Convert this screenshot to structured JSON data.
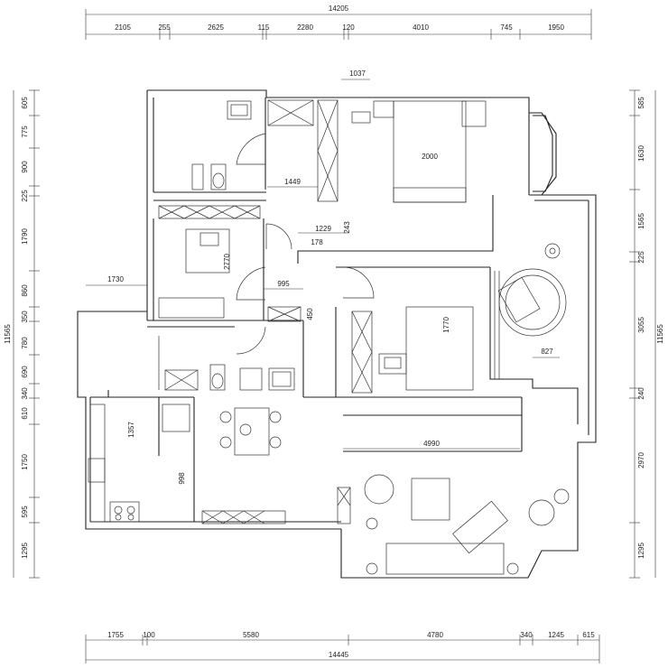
{
  "plan": {
    "top_total": "14205",
    "top_segments": [
      "2105",
      "255",
      "2625",
      "115",
      "2280",
      "120",
      "4010",
      "745",
      "1950"
    ],
    "bottom_total": "14445",
    "bottom_segments": [
      "1755",
      "100",
      "5580",
      "4780",
      "340",
      "1245",
      "615"
    ],
    "left_total": "11565",
    "left_segments": [
      "605",
      "775",
      "900",
      "225",
      "1790",
      "860",
      "350",
      "780",
      "690",
      "340",
      "610",
      "1750",
      "595",
      "1295"
    ],
    "right_total": "11565",
    "right_segments": [
      "585",
      "1630",
      "1565",
      "225",
      "3055",
      "240",
      "2970",
      "1295"
    ],
    "interior_labels": [
      "1037",
      "2000",
      "1449",
      "1229",
      "243",
      "178",
      "2770",
      "995",
      "450",
      "1770",
      "1730",
      "827",
      "1357",
      "998",
      "4990"
    ]
  }
}
